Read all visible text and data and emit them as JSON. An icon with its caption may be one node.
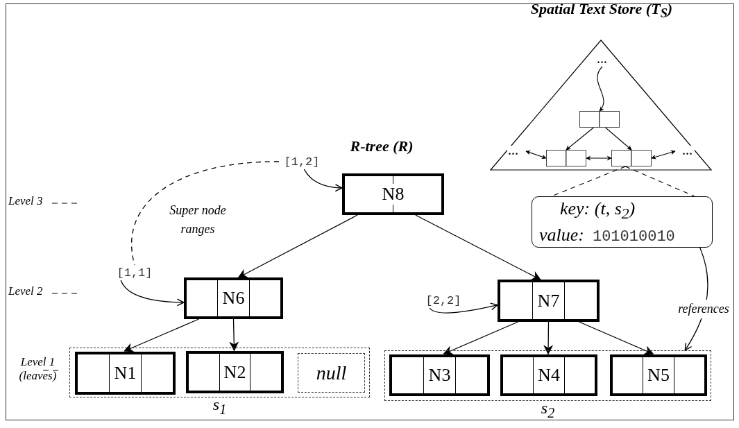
{
  "diagram": {
    "nodes": [
      {
        "text": [
          "Spatial Text Store (T$_{S}$)"
        ]
      },
      {
        "text": [
          "..."
        ],
        "in": 0
      },
      {
        "text": [],
        "shape": "box",
        "in": 0
      },
      {
        "text": [
          "..."
        ],
        "in": 0
      },
      {
        "text": [],
        "shape": "box",
        "in": 0
      },
      {
        "text": [],
        "shape": "box",
        "in": 0
      },
      {
        "text": [
          "..."
        ],
        "in": 0
      },
      {
        "text": [
          "key: (t, s$_{2}$)",
          "value:",
          "101010010"
        ]
      },
      {
        "text": [
          "[1,2]"
        ]
      },
      {
        "text": [
          "N8"
        ]
      },
      {
        "text": [
          "[1,1]"
        ]
      },
      {
        "text": [
          "N6"
        ]
      },
      {
        "text": [
          "[2,2]"
        ]
      },
      {
        "text": [
          "N7"
        ]
      },
      {
        "text": [],
        "shape": "box",
        "beside": [
          "s$_{1}$"
        ]
      },
      {
        "text": [
          "N1"
        ],
        "in": 14
      },
      {
        "text": [
          "N2"
        ],
        "in": 14
      },
      {
        "text": [
          "null"
        ],
        "in": 14
      },
      {
        "text": [],
        "shape": "box",
        "beside": [
          "s$_{2}$"
        ]
      },
      {
        "text": [
          "N3"
        ],
        "in": 18
      },
      {
        "text": [
          "N4"
        ],
        "in": 18
      },
      {
        "text": [
          "N5"
        ],
        "in": 18
      }
    ],
    "edges": [
      {
        "from": 1,
        "to": 2,
        "arrow": "to"
      },
      {
        "from": 2,
        "to": 4,
        "arrow": "to"
      },
      {
        "from": 2,
        "to": 5,
        "arrow": "to"
      },
      {
        "from": 4,
        "to": 5,
        "arrow": "both"
      },
      {
        "from": 3,
        "to": 4,
        "arrow": "both"
      },
      {
        "from": 5,
        "to": 6,
        "arrow": "both"
      },
      {
        "from": 5,
        "to": 7,
        "arrow": "none",
        "style": "dashed"
      },
      {
        "from": 7,
        "to": 18,
        "arrow": "to",
        "label": "references"
      },
      {
        "from": 8,
        "to": 9,
        "arrow": "to"
      },
      {
        "from": 8,
        "to": 10,
        "arrow": "none",
        "style": "dashed",
        "label": "Super node ranges"
      },
      {
        "from": 10,
        "to": 11,
        "arrow": "to"
      },
      {
        "from": 12,
        "to": 13,
        "arrow": "to"
      },
      {
        "from": 9,
        "to": 11,
        "arrow": "to"
      },
      {
        "from": 9,
        "to": 13,
        "arrow": "to"
      },
      {
        "from": 11,
        "to": 15,
        "arrow": "to"
      },
      {
        "from": 11,
        "to": 16,
        "arrow": "to"
      },
      {
        "from": 13,
        "to": 19,
        "arrow": "to"
      },
      {
        "from": 13,
        "to": 20,
        "arrow": "to"
      },
      {
        "from": 13,
        "to": 21,
        "arrow": "to"
      }
    ],
    "labels": [
      "R-tree (R)",
      "Level 3",
      "Level 2",
      "Level 1 (leaves)"
    ]
  }
}
